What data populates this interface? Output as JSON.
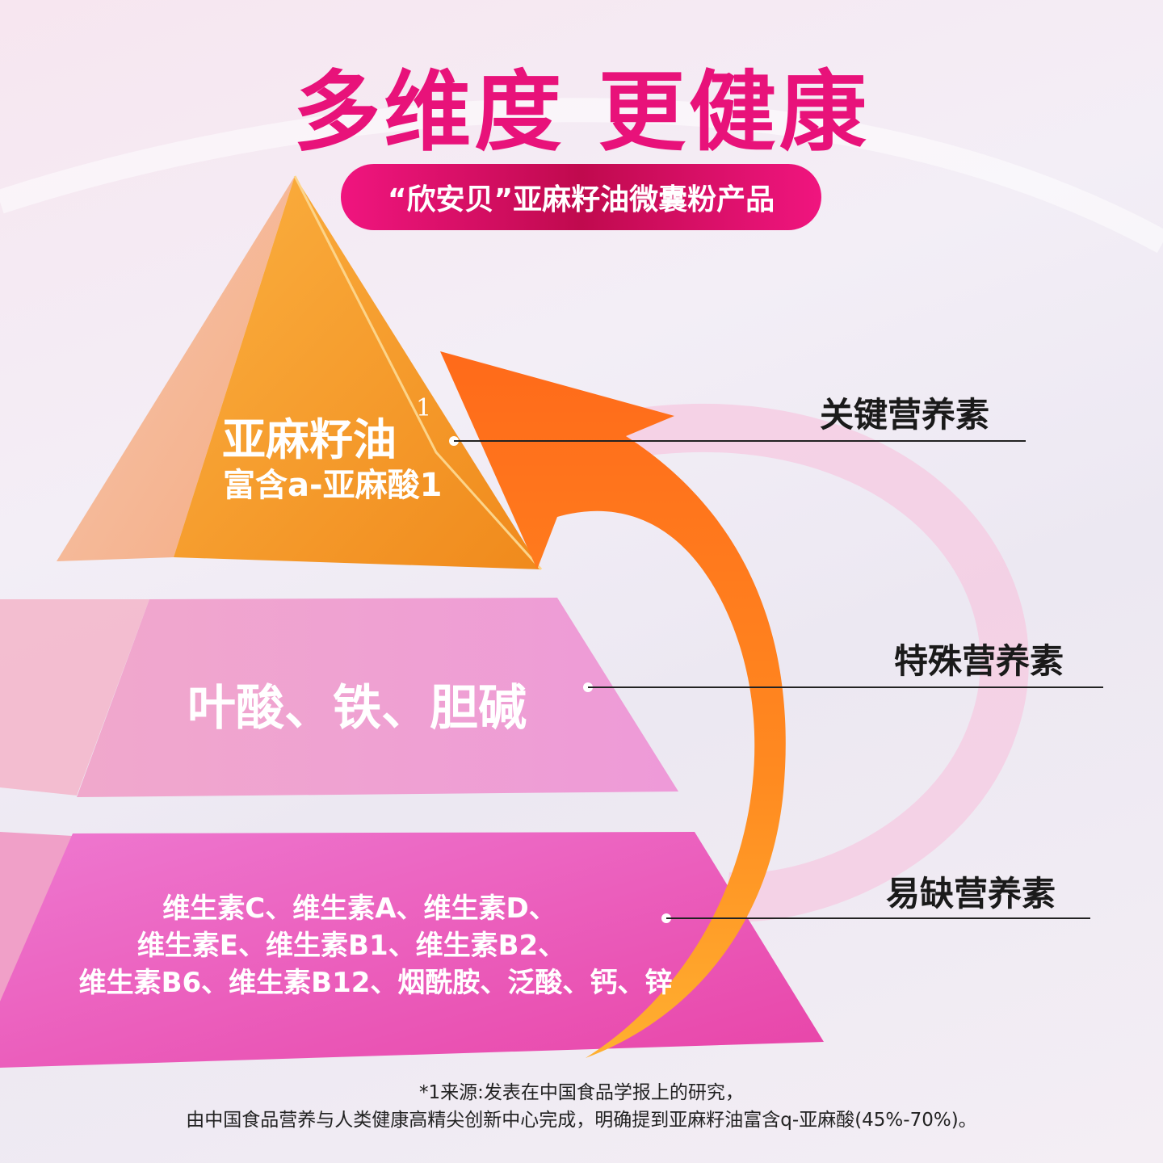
{
  "title": "多维度 更健康",
  "subtitle": "“欣安贝”亚麻籽油微囊粉产品",
  "colors": {
    "accent": "#e8127a",
    "orange": "#f7891e",
    "pink_mid": "#f0a0d2",
    "magenta_bottom": "#e85ad0"
  },
  "tiers": [
    {
      "label": "关键营养素",
      "content_title": "亚麻籽油",
      "superscript": "1",
      "content_sub": "富含a-亚麻酸1"
    },
    {
      "label": "特殊营养素",
      "content": "叶酸、铁、胆碱"
    },
    {
      "label": "易缺营养素",
      "content_lines": [
        "维生素C、维生素A、维生素D、",
        "维生素E、维生素B1、维生素B2、",
        "维生素B6、维生素B12、烟酰胺、泛酸、钙、锌"
      ]
    }
  ],
  "footnote": [
    "*1来源:发表在中国食品学报上的研究，",
    "由中国食品营养与人类健康高精尖创新中心完成，明确提到亚麻籽油富含q-亚麻酸(45%-70%)。"
  ]
}
